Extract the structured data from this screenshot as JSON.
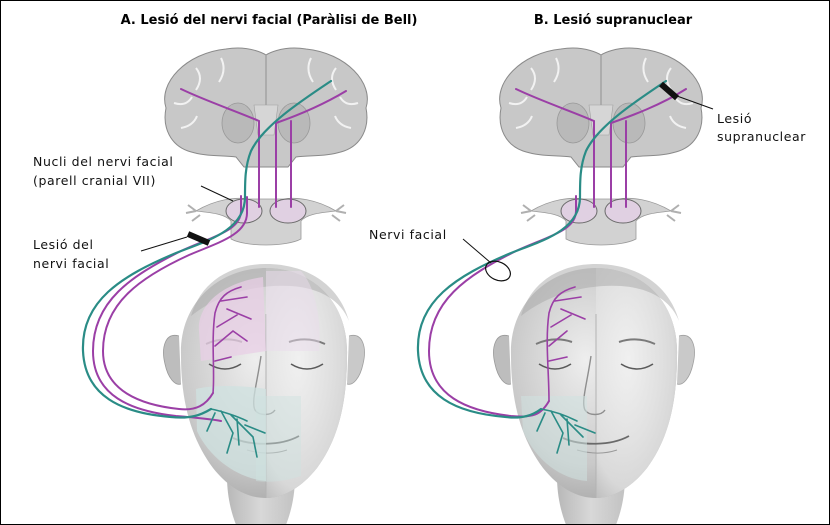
{
  "panels": [
    {
      "title": "A. Lesió del nervi facial (Paràlisi de Bell)",
      "labels": {
        "nucleus_line1": "Nucli del nervi facial",
        "nucleus_line2": "(parell cranial VII)",
        "lesion_line1": "Lesió del",
        "lesion_line2": "nervi facial"
      }
    },
    {
      "title": "B. Lesió supranuclear",
      "labels": {
        "lesion_line1": "Lesió",
        "lesion_line2": "supranuclear",
        "nerve": "Nervi facial"
      }
    }
  ],
  "colors": {
    "motor_pathway": "#9b3fa6",
    "facial_nerve": "#2a8c86",
    "brain_gray": "#c8c8c8",
    "brain_outline": "#8a8a8a",
    "face_left": "#cfcfcf",
    "face_right": "#e4e4e4",
    "paralysis_upper": "#e8cfe6",
    "paralysis_lower": "#cfe2e0",
    "lesion_mark": "#111111"
  }
}
